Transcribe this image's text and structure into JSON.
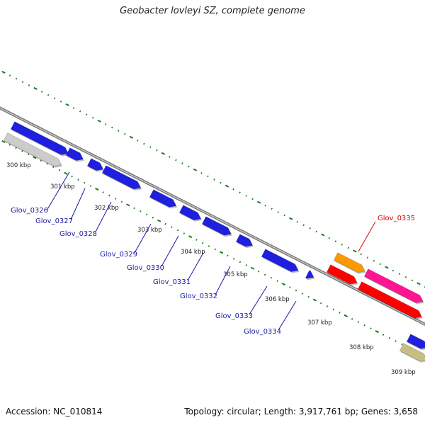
{
  "title": "Geobacter lovleyi SZ, complete genome",
  "footer": {
    "accession": "Accession: NC_010814",
    "summary": "Topology: circular; Length: 3,917,761 bp; Genes: 3,658"
  },
  "colors": {
    "backbone": "#777777",
    "gene_blue": "#1f1fe0",
    "gene_red": "#ff0000",
    "gene_orange": "#ff9900",
    "gene_pink": "#ff1493",
    "gene_gray": "#cccccc",
    "gene_khaki": "#c8be82",
    "tick_green": "#1f7a1f",
    "label_blue": "#1a1aa6",
    "label_red": "#dd0000"
  },
  "scale_labels": [
    "300 kbp",
    "301 kbp",
    "302 kbp",
    "303 kbp",
    "304 kbp",
    "305 kbp",
    "306 kbp",
    "307 kbp",
    "308 kbp",
    "309 kbp"
  ],
  "gene_labels": [
    {
      "text": "Glov_0326",
      "color": "blue"
    },
    {
      "text": "Glov_0327",
      "color": "blue"
    },
    {
      "text": "Glov_0328",
      "color": "blue"
    },
    {
      "text": "Glov_0329",
      "color": "blue"
    },
    {
      "text": "Glov_0330",
      "color": "blue"
    },
    {
      "text": "Glov_0331",
      "color": "blue"
    },
    {
      "text": "Glov_0332",
      "color": "blue"
    },
    {
      "text": "Glov_0333",
      "color": "blue"
    },
    {
      "text": "Glov_0334",
      "color": "blue"
    },
    {
      "text": "Glov_0335",
      "color": "red"
    }
  ]
}
